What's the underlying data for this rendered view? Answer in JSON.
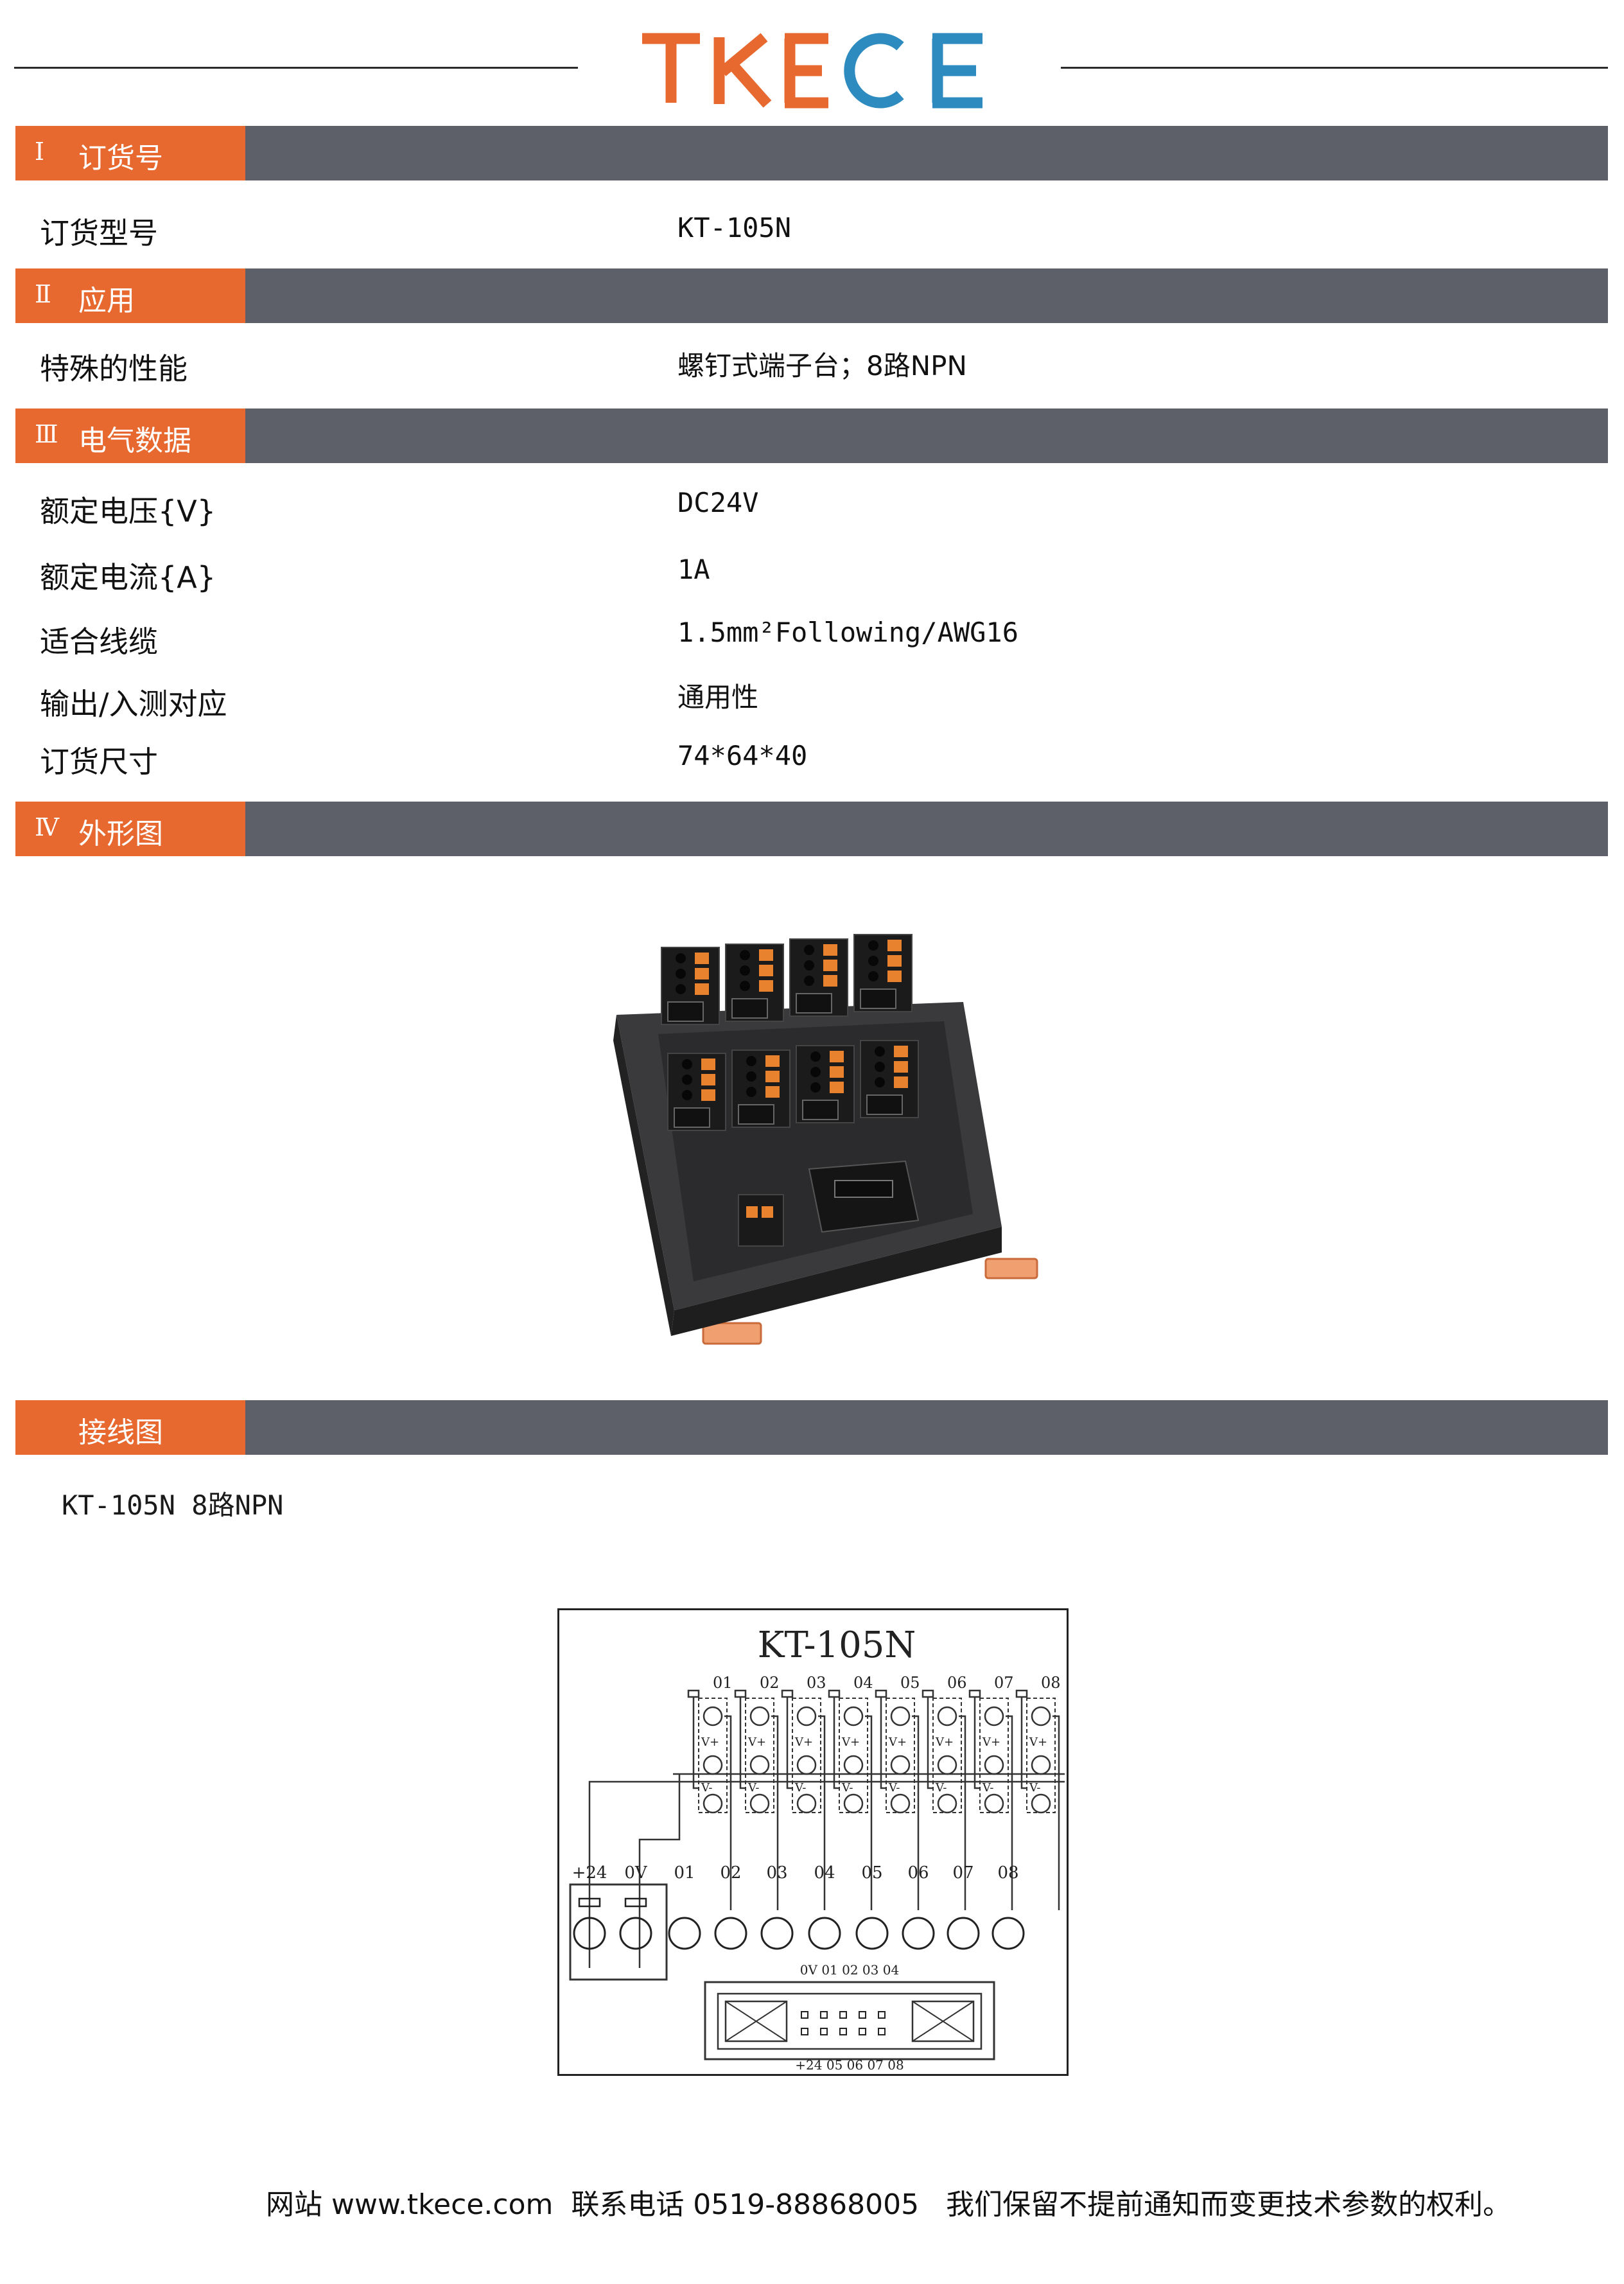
{
  "brand": {
    "name": "TKECE",
    "colors": {
      "orange": "#E8692F",
      "blue": "#2E8BC0",
      "bar_gray": "#5D6069"
    }
  },
  "sections": {
    "ordering": {
      "roman": "Ⅰ",
      "title": "订货号"
    },
    "application": {
      "roman": "Ⅱ",
      "title": "应用"
    },
    "electrical": {
      "roman": "Ⅲ",
      "title": "电气数据"
    },
    "outline": {
      "roman": "Ⅳ",
      "title": "外形图"
    },
    "wiring": {
      "roman": "",
      "title": "接线图"
    }
  },
  "ordering_rows": [
    {
      "label": "订货型号",
      "value": "KT-105N"
    }
  ],
  "application_rows": [
    {
      "label": "特殊的性能",
      "value": "螺钉式端子台；8路NPN"
    }
  ],
  "electrical_rows": [
    {
      "label": "额定电压{V}",
      "value": "DC24V"
    },
    {
      "label": "额定电流{A}",
      "value": "1A"
    },
    {
      "label": "适合线缆",
      "value": "1.5mm²Following/AWG16"
    },
    {
      "label": "输出/入测对应",
      "value": "通用性"
    },
    {
      "label": "订货尺寸",
      "value": "74*64*40"
    }
  ],
  "wiring": {
    "caption": "KT-105N 8路NPN",
    "diagram_title": "KT-105N",
    "channels": [
      "01",
      "02",
      "03",
      "04",
      "05",
      "06",
      "07",
      "08"
    ],
    "terminal_v_plus": "V+",
    "terminal_v_minus": "V-",
    "bottom_terminals": [
      "+24",
      "0V",
      "01",
      "02",
      "03",
      "04",
      "05",
      "06",
      "07",
      "08"
    ],
    "connector_top": "0V 01 02 03 04",
    "connector_bottom": "+24 05 06 07 08"
  },
  "footer": "网站 www.tkece.com  联系电话 0519-88868005   我们保留不提前通知而变更技术参数的权利。"
}
